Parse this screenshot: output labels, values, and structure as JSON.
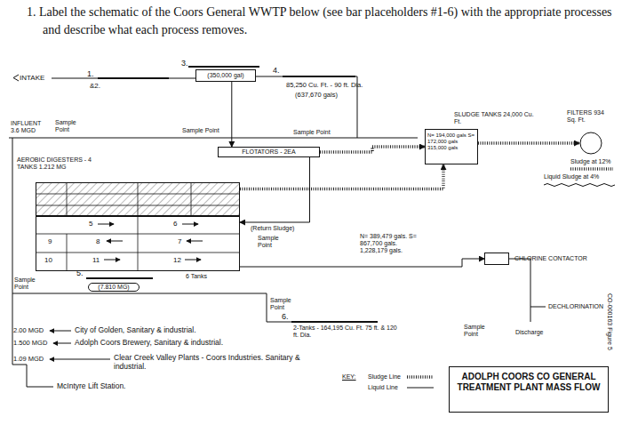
{
  "diagram": {
    "title": "1. Label the schematic of the Coors General WWTP below (see bar placeholders #1-6) with the appropriate processes and describe what each process removes.",
    "nodes": [
      {
        "text": [
          "(350,000 gal)"
        ]
      },
      {
        "text": [
          "FLOTATORS - 2EA"
        ]
      },
      {
        "text": [
          "SLUDGE TANKS 24,000 Cu. Ft.",
          "N= 194,000 gals S= 172,000 gals 315,000 gals"
        ]
      },
      {
        "text": [
          "FILTERS 934 Sq. Ft."
        ]
      },
      {
        "text": [
          "AEROBIC DIGESTERS - 4 TANKS 1.212 MG"
        ]
      },
      {
        "text": [
          "6 Tanks",
          "(7.810 MG)"
        ]
      },
      {
        "text": [
          "CHLORINE CONTACTOR"
        ]
      },
      {
        "text": [
          "ADOLPH COORS CO GENERAL TREATMENT PLANT MASS FLOW"
        ]
      }
    ],
    "edges": [
      {
        "from": 0,
        "to": 1,
        "arrow": "to"
      },
      {
        "from": 1,
        "to": 2,
        "arrow": "to"
      },
      {
        "from": 2,
        "to": 3,
        "arrow": "to"
      },
      {
        "from": 4,
        "to": 2,
        "arrow": "to"
      },
      {
        "from": 1,
        "to": 5,
        "arrow": "to"
      },
      {
        "from": 5,
        "to": 6,
        "arrow": "to"
      }
    ],
    "labels": [
      "INTAKE",
      "1.",
      "&2.",
      "3.",
      "4.",
      "85,250 Cu. Ft. - 90 ft. Dia.",
      "(637,670 gals)",
      "INFLUENT 3.6 MGD",
      "Sample Point",
      "Sample Point",
      "Sample Point",
      "Sludge at 12%",
      "Liquid Sludge at 4%",
      "5",
      "6",
      "9",
      "8",
      "7",
      "10",
      "11",
      "12",
      "5.",
      "(Return Sludge)",
      "Sample Point",
      "N= 389,479 gals. S= 867,700 gals. 1,228,179 gals.",
      "DECHLORINATION",
      "Sample Point",
      "Sample Point",
      "6.",
      "2-Tanks - 164,195 Cu. Ft. 75 ft. & 120 ft. Dia.",
      "Sample Point",
      "Discharge",
      "2.00 MGD",
      "City of Golden, Sanitary & industrial.",
      "1.500 MGD",
      "Adolph Coors Brewery, Sanitary & industrial.",
      "1.09 MGD",
      "Clear Creek Valley Plants - Coors Industries. Sanitary & industrial.",
      "McIntyre Lift Station.",
      "KEY:",
      "CO-000163 Figure 5"
    ],
    "legend": [
      {
        "text": "Sludge Line"
      },
      {
        "text": "Liquid Line"
      }
    ]
  }
}
